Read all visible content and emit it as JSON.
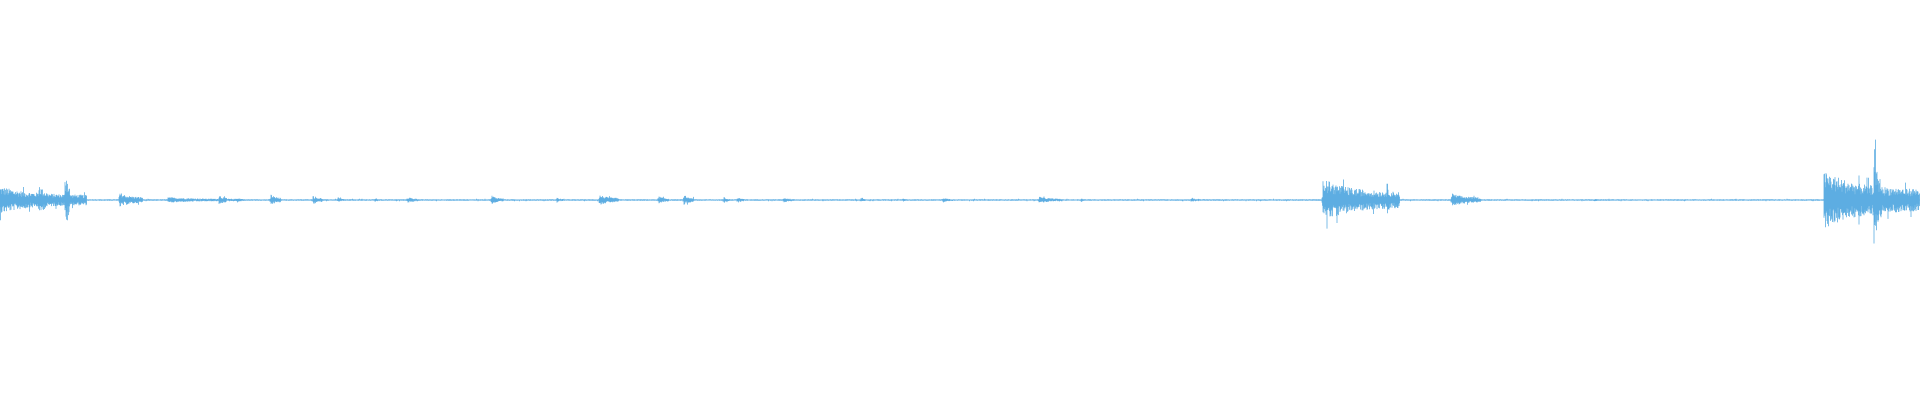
{
  "waveform": {
    "color": "#5dade2",
    "bursts": [
      {
        "t": 0.0,
        "amp": 0.07,
        "dur": 0.045
      },
      {
        "t": 0.02,
        "amp": 0.1,
        "dur": 0.005
      },
      {
        "t": 0.034,
        "amp": 0.21,
        "dur": 0.002
      },
      {
        "t": 0.062,
        "amp": 0.04,
        "dur": 0.012
      },
      {
        "t": 0.087,
        "amp": 0.015,
        "dur": 0.04
      },
      {
        "t": 0.114,
        "amp": 0.03,
        "dur": 0.004
      },
      {
        "t": 0.123,
        "amp": 0.015,
        "dur": 0.004
      },
      {
        "t": 0.141,
        "amp": 0.03,
        "dur": 0.005
      },
      {
        "t": 0.163,
        "amp": 0.025,
        "dur": 0.005
      },
      {
        "t": 0.176,
        "amp": 0.015,
        "dur": 0.003
      },
      {
        "t": 0.195,
        "amp": 0.012,
        "dur": 0.003
      },
      {
        "t": 0.212,
        "amp": 0.018,
        "dur": 0.006
      },
      {
        "t": 0.256,
        "amp": 0.025,
        "dur": 0.006
      },
      {
        "t": 0.29,
        "amp": 0.015,
        "dur": 0.003
      },
      {
        "t": 0.312,
        "amp": 0.028,
        "dur": 0.01
      },
      {
        "t": 0.343,
        "amp": 0.022,
        "dur": 0.005
      },
      {
        "t": 0.356,
        "amp": 0.028,
        "dur": 0.005
      },
      {
        "t": 0.377,
        "amp": 0.015,
        "dur": 0.003
      },
      {
        "t": 0.384,
        "amp": 0.018,
        "dur": 0.003
      },
      {
        "t": 0.408,
        "amp": 0.014,
        "dur": 0.006
      },
      {
        "t": 0.448,
        "amp": 0.012,
        "dur": 0.003
      },
      {
        "t": 0.47,
        "amp": 0.01,
        "dur": 0.003
      },
      {
        "t": 0.491,
        "amp": 0.014,
        "dur": 0.005
      },
      {
        "t": 0.541,
        "amp": 0.018,
        "dur": 0.012
      },
      {
        "t": 0.563,
        "amp": 0.01,
        "dur": 0.003
      },
      {
        "t": 0.62,
        "amp": 0.008,
        "dur": 0.02
      },
      {
        "t": 0.689,
        "amp": 0.11,
        "dur": 0.04
      },
      {
        "t": 0.722,
        "amp": 0.1,
        "dur": 0.004
      },
      {
        "t": 0.756,
        "amp": 0.035,
        "dur": 0.015
      },
      {
        "t": 0.83,
        "amp": 0.006,
        "dur": 0.02
      },
      {
        "t": 0.95,
        "amp": 0.15,
        "dur": 0.05
      },
      {
        "t": 0.976,
        "amp": 0.27,
        "dur": 0.004
      }
    ]
  }
}
